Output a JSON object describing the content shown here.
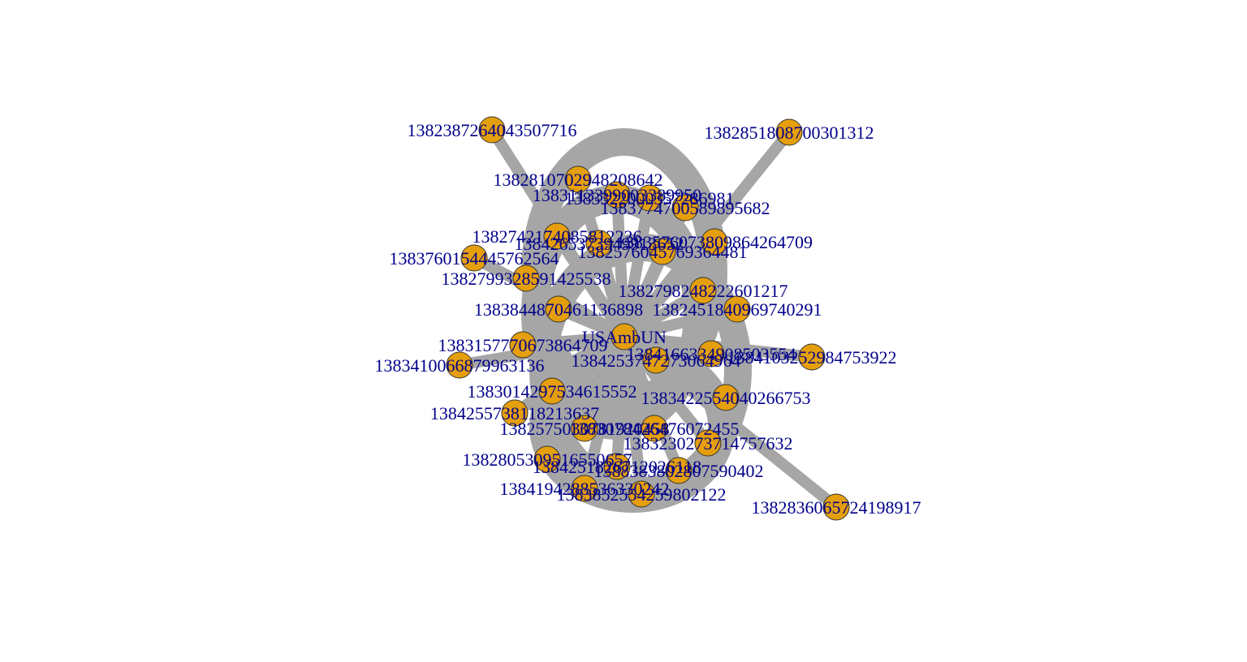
{
  "colors": {
    "edge": "#a6a6a6",
    "node_fill": "#e59f0c",
    "node_stroke": "#333333",
    "label": "#00008b",
    "background": "#ffffff"
  },
  "graph": {
    "center": "USAmbUN",
    "nodes": [
      {
        "id": "USAmbUN",
        "label": "USAmbUN"
      },
      {
        "id": "n1",
        "label": "1382387264043507716"
      },
      {
        "id": "n2",
        "label": "1382851808700301312"
      },
      {
        "id": "n3",
        "label": "1382810702948208642"
      },
      {
        "id": "n4",
        "label": "1383113399003389950"
      },
      {
        "id": "n5",
        "label": "1383322000357286981"
      },
      {
        "id": "n6",
        "label": "1383774700589895682"
      },
      {
        "id": "n7",
        "label": "1382742174085812226"
      },
      {
        "id": "n8",
        "label": "1384265373949913652"
      },
      {
        "id": "n9",
        "label": "1383576073809864264709"
      },
      {
        "id": "n10",
        "label": "1383760154445762564"
      },
      {
        "id": "n11",
        "label": "1382576045769364481"
      },
      {
        "id": "n12",
        "label": "1382799328591425538"
      },
      {
        "id": "n13",
        "label": "1382798248222601217"
      },
      {
        "id": "n14",
        "label": "1383844870461136898"
      },
      {
        "id": "n15",
        "label": "1382451840969740291"
      },
      {
        "id": "n16",
        "label": "1383157770673864709"
      },
      {
        "id": "n17",
        "label": "1384166334908503554"
      },
      {
        "id": "n18",
        "label": "1384253747273064964"
      },
      {
        "id": "n19",
        "label": "1384103252984753922"
      },
      {
        "id": "n20",
        "label": "1383410066879963136"
      },
      {
        "id": "n21",
        "label": "1383014297534615552"
      },
      {
        "id": "n22",
        "label": "1383422554040266753"
      },
      {
        "id": "n23",
        "label": "1384255738118213637"
      },
      {
        "id": "n24",
        "label": "1382575030781920458"
      },
      {
        "id": "n25",
        "label": "1383078426476072455"
      },
      {
        "id": "n26",
        "label": "1383230273714757632"
      },
      {
        "id": "n27",
        "label": "1382805309516550657"
      },
      {
        "id": "n28",
        "label": "1384251826712026118"
      },
      {
        "id": "n29",
        "label": "1388383802807590402"
      },
      {
        "id": "n30",
        "label": "1384194288536330242"
      },
      {
        "id": "n31",
        "label": "1383852554259802122"
      },
      {
        "id": "n32",
        "label": "1382836065724198917"
      }
    ],
    "edges": [
      {
        "source": "n1",
        "target": "USAmbUN"
      },
      {
        "source": "n2",
        "target": "USAmbUN"
      },
      {
        "source": "n3",
        "target": "USAmbUN"
      },
      {
        "source": "n4",
        "target": "USAmbUN"
      },
      {
        "source": "n5",
        "target": "USAmbUN"
      },
      {
        "source": "n6",
        "target": "USAmbUN"
      },
      {
        "source": "n7",
        "target": "USAmbUN"
      },
      {
        "source": "n8",
        "target": "USAmbUN"
      },
      {
        "source": "n9",
        "target": "USAmbUN"
      },
      {
        "source": "n10",
        "target": "USAmbUN"
      },
      {
        "source": "n11",
        "target": "USAmbUN"
      },
      {
        "source": "n12",
        "target": "USAmbUN"
      },
      {
        "source": "n13",
        "target": "USAmbUN"
      },
      {
        "source": "n14",
        "target": "USAmbUN"
      },
      {
        "source": "n15",
        "target": "USAmbUN"
      },
      {
        "source": "n16",
        "target": "USAmbUN"
      },
      {
        "source": "n17",
        "target": "USAmbUN"
      },
      {
        "source": "n18",
        "target": "USAmbUN"
      },
      {
        "source": "n19",
        "target": "USAmbUN"
      },
      {
        "source": "n20",
        "target": "USAmbUN"
      },
      {
        "source": "n21",
        "target": "USAmbUN"
      },
      {
        "source": "n22",
        "target": "USAmbUN"
      },
      {
        "source": "n23",
        "target": "USAmbUN"
      },
      {
        "source": "n24",
        "target": "USAmbUN"
      },
      {
        "source": "n25",
        "target": "USAmbUN"
      },
      {
        "source": "n26",
        "target": "USAmbUN"
      },
      {
        "source": "n27",
        "target": "USAmbUN"
      },
      {
        "source": "n28",
        "target": "USAmbUN"
      },
      {
        "source": "n29",
        "target": "USAmbUN"
      },
      {
        "source": "n30",
        "target": "USAmbUN"
      },
      {
        "source": "n31",
        "target": "USAmbUN"
      },
      {
        "source": "n32",
        "target": "USAmbUN"
      }
    ]
  }
}
